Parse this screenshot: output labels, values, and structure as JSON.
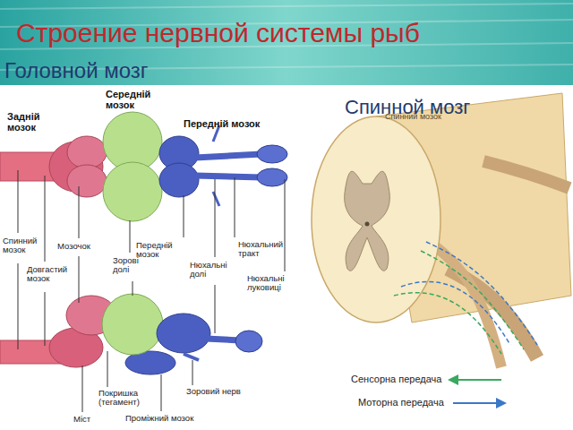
{
  "diagram": {
    "title": "Строение нервной системы рыб",
    "labels": [
      "Головной мозг",
      "Спинной мозг",
      "Задній мозок",
      "Середній мозок",
      "Передній мозок",
      "Спинний мозок",
      "Мозочок",
      "Довгастий мозок",
      "Передній мозок",
      "Зорові долі",
      "Нюхальний тракт",
      "Нюхальні долі",
      "Нюхальні луковиці",
      "Покришка (тегамент)",
      "Зоровий нерв",
      "Міст",
      "Проміжний мозок",
      "Спинний мозок"
    ],
    "legend": [
      {
        "text": "Сенсорна передача"
      },
      {
        "text": "Моторна передача"
      }
    ]
  }
}
